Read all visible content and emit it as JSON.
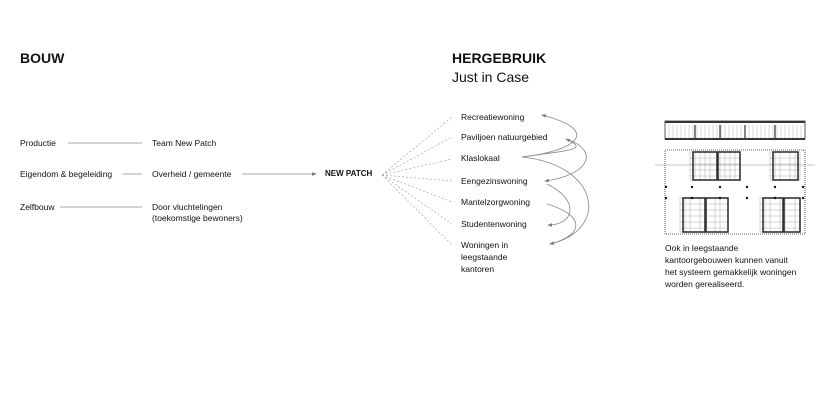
{
  "bouw": {
    "title": "BOUW",
    "rows": [
      {
        "label": "Productie",
        "value": "Team New Patch"
      },
      {
        "label": "Eigendom & begeleiding",
        "value": "Overheid / gemeente"
      },
      {
        "label": "Zelfbouw",
        "value": "Door vluchtelingen",
        "value2": "(toekomstige bewoners)"
      }
    ]
  },
  "center": {
    "label": "NEW PATCH"
  },
  "hergebruik": {
    "title": "HERGEBRUIK",
    "subtitle": "Just in Case",
    "items": [
      "Recreatiewoning",
      "Paviljoen natuurgebied",
      "Klaslokaal",
      "Eengezinswoning",
      "Mantelzorgwoning",
      "Studentenwoning",
      "Woningen in",
      "leegstaande",
      "kantoren"
    ]
  },
  "caption": {
    "lines": [
      "Ook in leegstaande",
      "kantoorgebouwen kunnen vanuit",
      "het systeem gemakkelijk woningen",
      "worden gerealiseerd."
    ]
  }
}
